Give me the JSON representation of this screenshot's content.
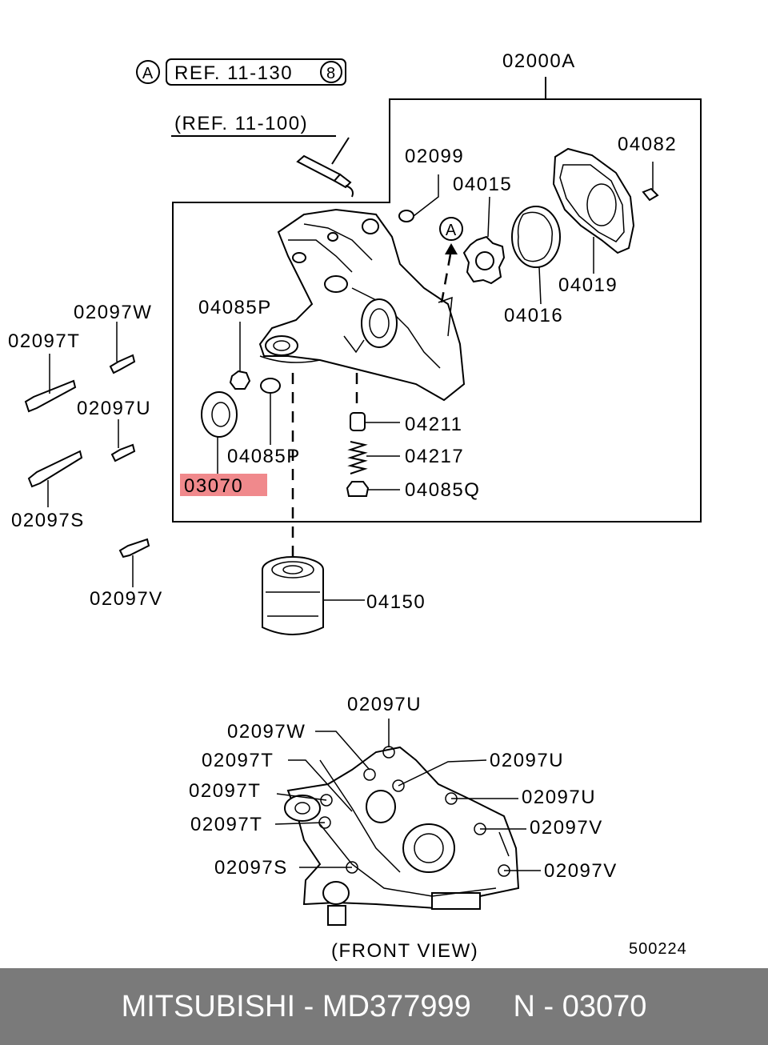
{
  "diagram": {
    "ref_marker_a": "A",
    "ref_130": "REF. 11-130",
    "ref_130_circle": "8",
    "ref_100": "(REF. 11-100)",
    "assembly": "02000A",
    "front_view": "(FRONT VIEW)",
    "diagram_number": "500224",
    "highlight_color": "#f0898c",
    "parts": {
      "p02099": "02099",
      "p04015": "04015",
      "p04082": "04082",
      "p04019": "04019",
      "p04016": "04016",
      "p04085p_top": "04085P",
      "p04085p_bottom": "04085P",
      "p03070": "03070",
      "p04211": "04211",
      "p04217": "04217",
      "p04085q": "04085Q",
      "p04150": "04150",
      "p02097w": "02097W",
      "p02097t": "02097T",
      "p02097u": "02097U",
      "p02097s": "02097S",
      "p02097v": "02097V",
      "marker_a": "A"
    },
    "front_labels": {
      "u_top": "02097U",
      "w": "02097W",
      "t1": "02097T",
      "u2": "02097U",
      "t2": "02097T",
      "u3": "02097U",
      "t3": "02097T",
      "v1": "02097V",
      "s": "02097S",
      "v2": "02097V"
    }
  },
  "footer": {
    "brand": "MITSUBISHI",
    "separator": " - ",
    "part_number": "MD377999",
    "gap": "     ",
    "ref_prefix": "N - ",
    "ref_code": "03070"
  }
}
